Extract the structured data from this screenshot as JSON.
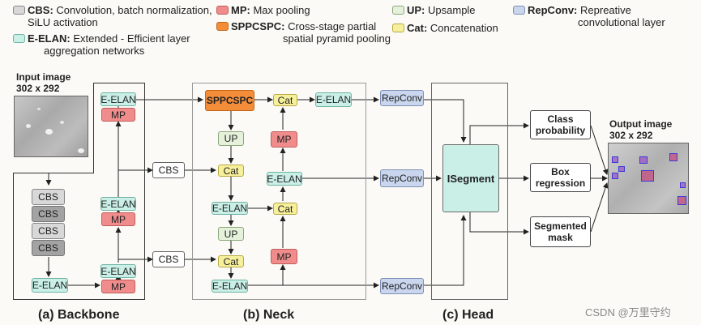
{
  "legend": {
    "cbs": {
      "key": "CBS:",
      "desc_line1": "Convolution, batch normalization,",
      "desc_line2": "SiLU activation",
      "color": "#d8d8d8"
    },
    "mp": {
      "key": "MP:",
      "desc_line1": "Max pooling",
      "color": "#f08c8c"
    },
    "up": {
      "key": "UP:",
      "desc_line1": "Upsample",
      "color": "#e6f1dc"
    },
    "repconv": {
      "key": "RepConv:",
      "desc_line1": "Repreative",
      "desc_line2": "convolutional layer",
      "color": "#c9d6ee"
    },
    "elan": {
      "key": "E-ELAN:",
      "desc_line1": "Extended - Efficient layer",
      "desc_line2": "aggregation networks",
      "color": "#c9efe6"
    },
    "sppcspc": {
      "key": "SPPCSPC:",
      "desc_line1": "Cross-stage partial",
      "desc_line2": "spatial pyramid pooling",
      "color": "#f48d3a"
    },
    "cat": {
      "key": "Cat:",
      "desc_line1": "Concatenation",
      "color": "#f6ef9c"
    }
  },
  "input_image": {
    "title": "Input image",
    "size": "302 x 292"
  },
  "output_image": {
    "title": "Output image",
    "size": "302 x 292"
  },
  "labels": {
    "elan": "E-ELAN",
    "mp": "MP",
    "cbs": "CBS",
    "up": "UP",
    "cat": "Cat",
    "sppcspc": "SPPCSPC",
    "repconv": "RepConv",
    "isegment": "ISegment"
  },
  "outputs": {
    "class_line1": "Class",
    "class_line2": "probability",
    "box_line1": "Box",
    "box_line2": "regression",
    "seg_line1": "Segmented",
    "seg_line2": "mask"
  },
  "sections": {
    "backbone": "(a) Backbone",
    "neck": "(b) Neck",
    "head": "(c) Head"
  },
  "watermark": "CSDN @万里守约"
}
